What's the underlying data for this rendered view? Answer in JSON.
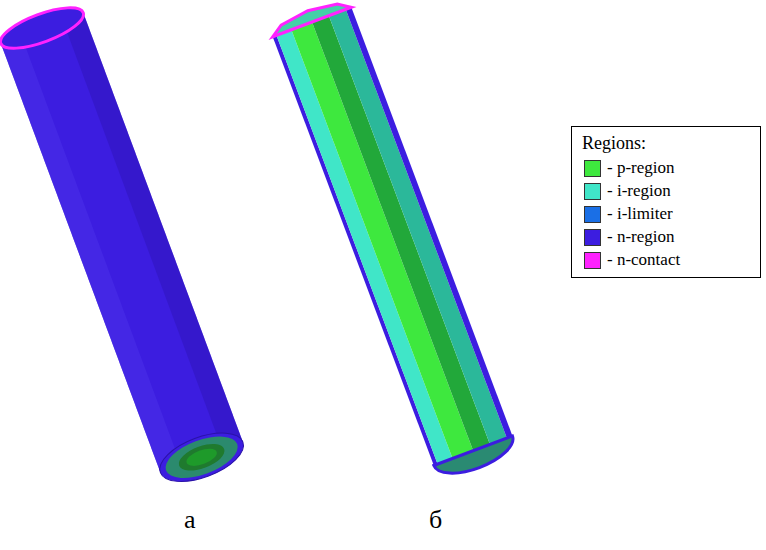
{
  "diagram": {
    "nodes": [
      {
        "text": [
          "Regions:"
        ]
      }
    ],
    "labels": [
      "а",
      "б"
    ],
    "legend": [
      {
        "text": "- p-region",
        "color": "#3ee83e"
      },
      {
        "text": "- i-region",
        "color": "#40e6c8"
      },
      {
        "text": "- i-limiter",
        "color": "#1a6fe6"
      },
      {
        "text": "- n-region",
        "color": "#3c1de0"
      },
      {
        "text": "- n-contact",
        "color": "#ff22ff"
      }
    ]
  }
}
